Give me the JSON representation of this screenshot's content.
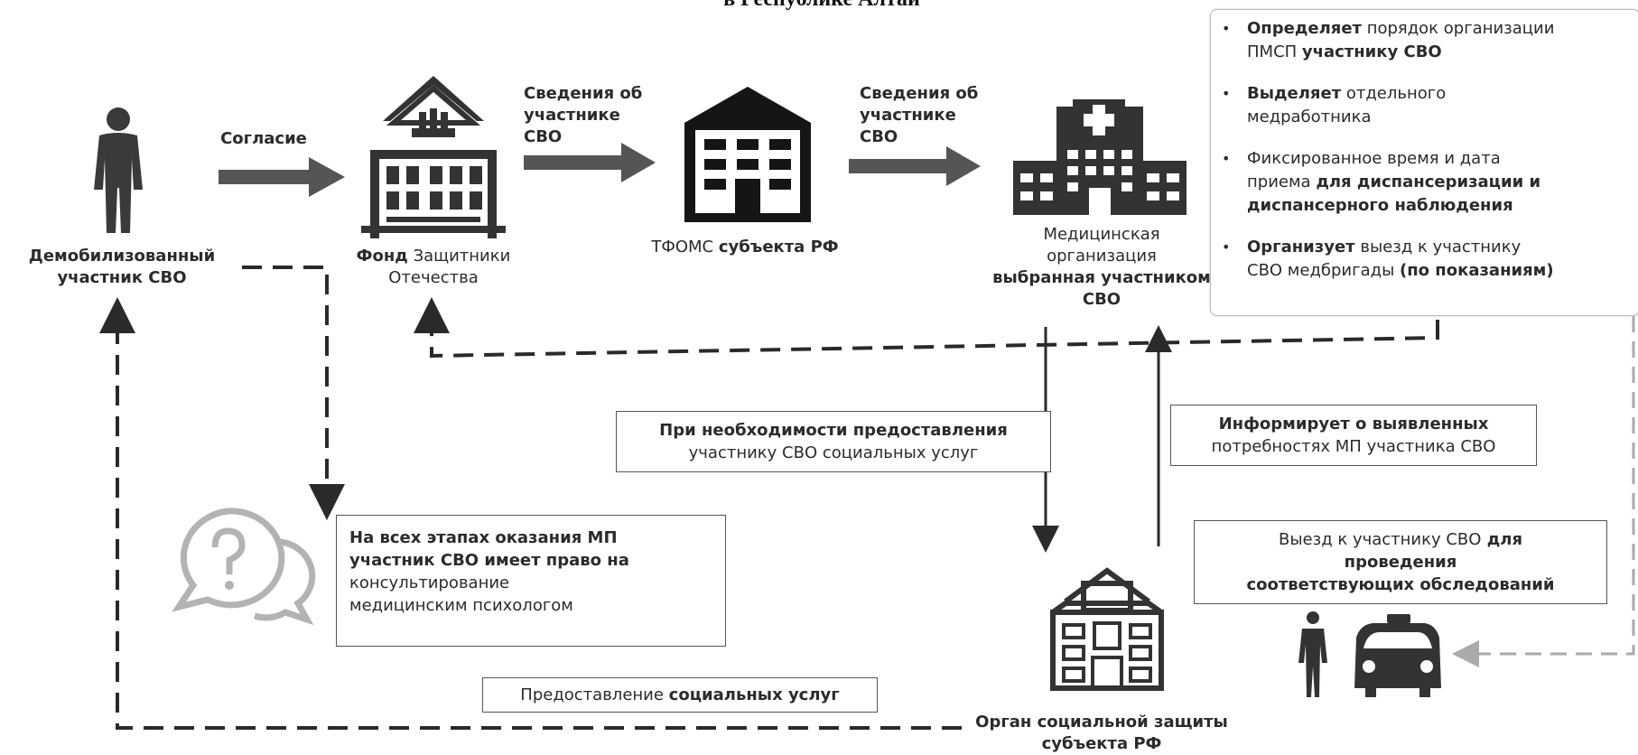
{
  "header": {
    "title": "в Республике Алтай"
  },
  "colors": {
    "ink": "#2b2b2b",
    "icon": "#3a3a3a",
    "light_icon": "#b3b3b3",
    "dash": "#2a2a2a",
    "dash_light": "#aaaaaa"
  },
  "nodes": {
    "veteran": {
      "icon": "person-icon",
      "line1": "Демобилизованный",
      "line2": "участник СВО"
    },
    "fund": {
      "icon": "classical-building-icon",
      "line1_bold": "Фонд",
      "line1_rest": " Защитники",
      "line2": "Отечества"
    },
    "tfoms": {
      "icon": "office-building-icon",
      "prefix": "ТФОМС ",
      "bold": "субъекта РФ"
    },
    "medorg": {
      "icon": "hospital-icon",
      "line1": "Медицинская",
      "line2": "организация",
      "line3": "выбранная участником",
      "line4": "СВО"
    },
    "social": {
      "icon": "municipal-building-icon",
      "line1": "Орган социальной защиты",
      "line2": "субъекта РФ"
    }
  },
  "arrows": {
    "consent": "Согласие",
    "info1": [
      "Сведения об",
      "участнике",
      "СВО"
    ],
    "info2": [
      "Сведения об",
      "участнике",
      "СВО"
    ]
  },
  "bullets": [
    {
      "b1": "Определяет",
      "t1": " порядок организации",
      "t2": "ПМСП ",
      "b2": "участнику СВО"
    },
    {
      "b1": "Выделяет",
      "t1": " отдельного",
      "t2": "медработника",
      "b2": ""
    },
    {
      "b1": "",
      "t1": "Фиксированное время и дата",
      "t2": "приема ",
      "b2": "для диспансеризации и",
      "b3": "диспансерного наблюдения"
    },
    {
      "b1": "Организует",
      "t1": " выезд к участнику",
      "t2": "СВО медбригады ",
      "b2": "(по показаниям)"
    }
  ],
  "boxes": {
    "social_need": {
      "b": "При необходимости предоставления",
      "t": "участнику СВО социальных услуг"
    },
    "inform": {
      "b": "Информирует о выявленных",
      "t": "потребностях МП участника СВО"
    },
    "psych": {
      "b": "На всех этапах оказания МП",
      "b2": "участник СВО имеет право на",
      "t": "консультирование",
      "t2": "медицинским психологом"
    },
    "visit": {
      "t": "Выезд к участнику СВО",
      "b": " для",
      "b2": "проведения",
      "b3": "соответствующих обследований"
    },
    "services": {
      "t": "Предоставление ",
      "b": "социальных услуг"
    }
  },
  "icons": {
    "psych": "speech-bubble-question-icon",
    "ambulance": "car-and-person-icon"
  }
}
